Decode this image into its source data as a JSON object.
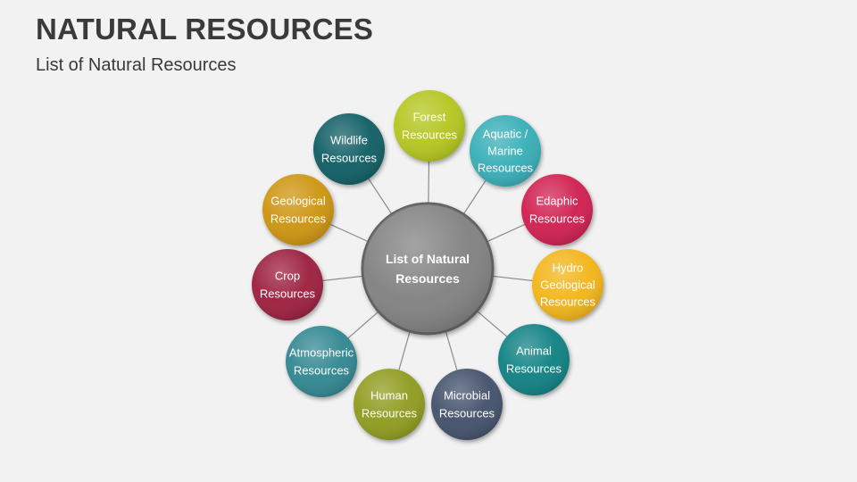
{
  "title": "NATURAL RESOURCES",
  "subtitle": "List of Natural Resources",
  "center": {
    "lines": [
      "List of Natural",
      "Resources"
    ],
    "color": "#808080"
  },
  "nodes": [
    {
      "lines": [
        "Forest",
        "Resources"
      ],
      "color": "#b3c51e"
    },
    {
      "lines": [
        "Aquatic /",
        "Marine",
        "Resources"
      ],
      "color": "#36adb6"
    },
    {
      "lines": [
        "Edaphic",
        "Resources"
      ],
      "color": "#cf1b4e"
    },
    {
      "lines": [
        "Hydro",
        "Geological",
        "Resources"
      ],
      "color": "#f2b416"
    },
    {
      "lines": [
        "Animal",
        "Resources"
      ],
      "color": "#0f7f82"
    },
    {
      "lines": [
        "Microbial",
        "Resources"
      ],
      "color": "#3f5069"
    },
    {
      "lines": [
        "Human",
        "Resources"
      ],
      "color": "#8e9a1b"
    },
    {
      "lines": [
        "Atmospheric",
        "Resources"
      ],
      "color": "#2d8590"
    },
    {
      "lines": [
        "Crop",
        "Resources"
      ],
      "color": "#9b1b3a"
    },
    {
      "lines": [
        "Geological",
        "Resources"
      ],
      "color": "#cc9310"
    },
    {
      "lines": [
        "Wildlife",
        "Resources"
      ],
      "color": "#0c5c63"
    }
  ]
}
